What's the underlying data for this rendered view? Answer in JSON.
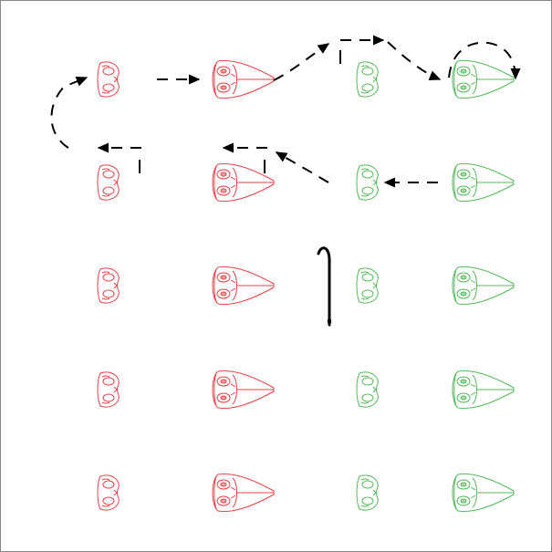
{
  "colors": {
    "background": "#ffffff",
    "border": "#888888",
    "arrow": "#000000",
    "cane": "#000000",
    "red_group": "#e8414a",
    "green_group": "#57b85c"
  },
  "grid": {
    "rows": 5,
    "columns": [
      {
        "kind": "eye-mask",
        "group": "red"
      },
      {
        "kind": "long-nose-mask",
        "group": "red"
      },
      {
        "kind": "eye-mask",
        "group": "green"
      },
      {
        "kind": "long-nose-mask",
        "group": "green"
      }
    ]
  },
  "icons": {
    "mask_small": "eye-mask-icon",
    "mask_large": "long-nose-mask-icon",
    "cane": "walking-cane-icon",
    "arrow": "dashed-arrow"
  }
}
